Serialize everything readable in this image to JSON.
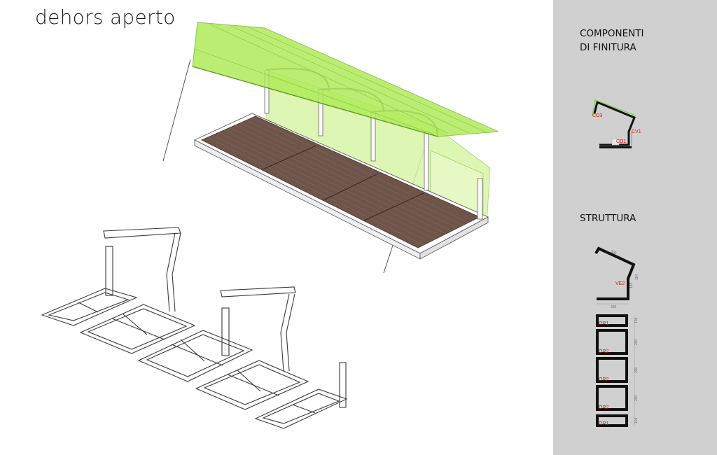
{
  "page": {
    "title": "dehors aperto"
  },
  "side_panel": {
    "components_title": "COMPONENTI\nDI FINITURA",
    "structure_title": "STRUTTURA"
  },
  "components_labels": {
    "co3": "CO3",
    "cv1": "CV1",
    "co1": "CO1"
  },
  "structure_labels": {
    "ve2": "VE2",
    "or1_top": "OR1",
    "or2_a": "OR2",
    "or2_b": "OR2",
    "or2_c": "OR2",
    "or1_bottom": "OR1"
  },
  "structure_dimensions": {
    "roof_width": "305",
    "side_a": "132",
    "side_b": "114",
    "base_width": "250",
    "h1": "104",
    "h2": "200",
    "h3": "200",
    "h4": "200",
    "h5": "104"
  },
  "colors": {
    "panel_bg": "#d0d0d0",
    "canopy_green": "#aeea55",
    "deck_brown": "#6e5449",
    "label_red": "#e01010",
    "accent_green": "#7ad630",
    "accent_cyan": "#3fd0e8"
  }
}
